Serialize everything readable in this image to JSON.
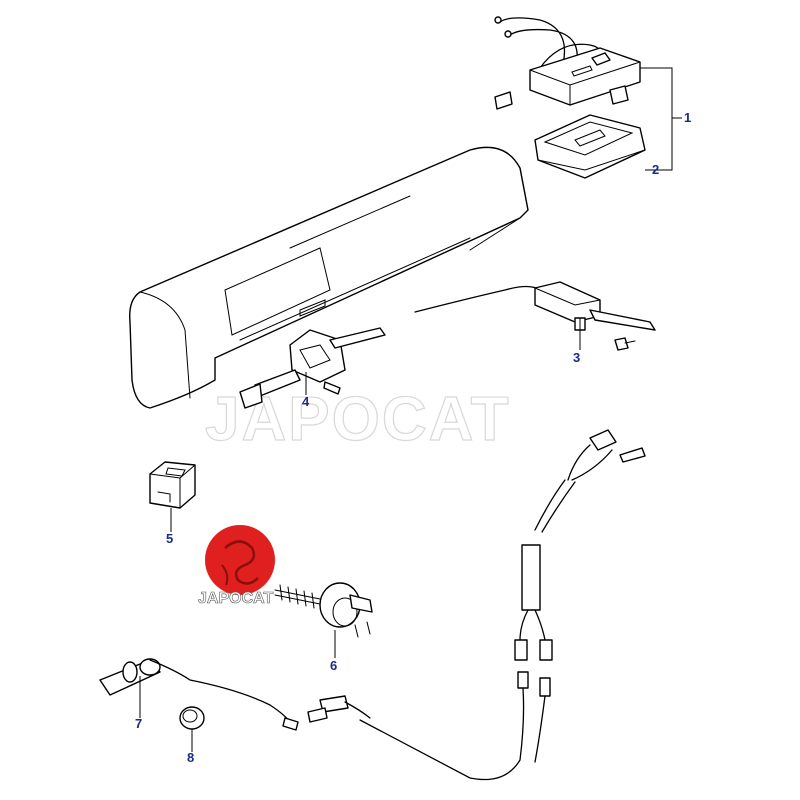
{
  "watermark": "JAPOCAT",
  "logo": {
    "text": "JAPOCAT",
    "color": "#e0201e"
  },
  "callouts": [
    "1",
    "2",
    "3",
    "4",
    "5",
    "6",
    "7",
    "8"
  ],
  "colors": {
    "callout": "#1a2a8c",
    "linework": "#000000",
    "watermark": "#d8d8d8"
  }
}
